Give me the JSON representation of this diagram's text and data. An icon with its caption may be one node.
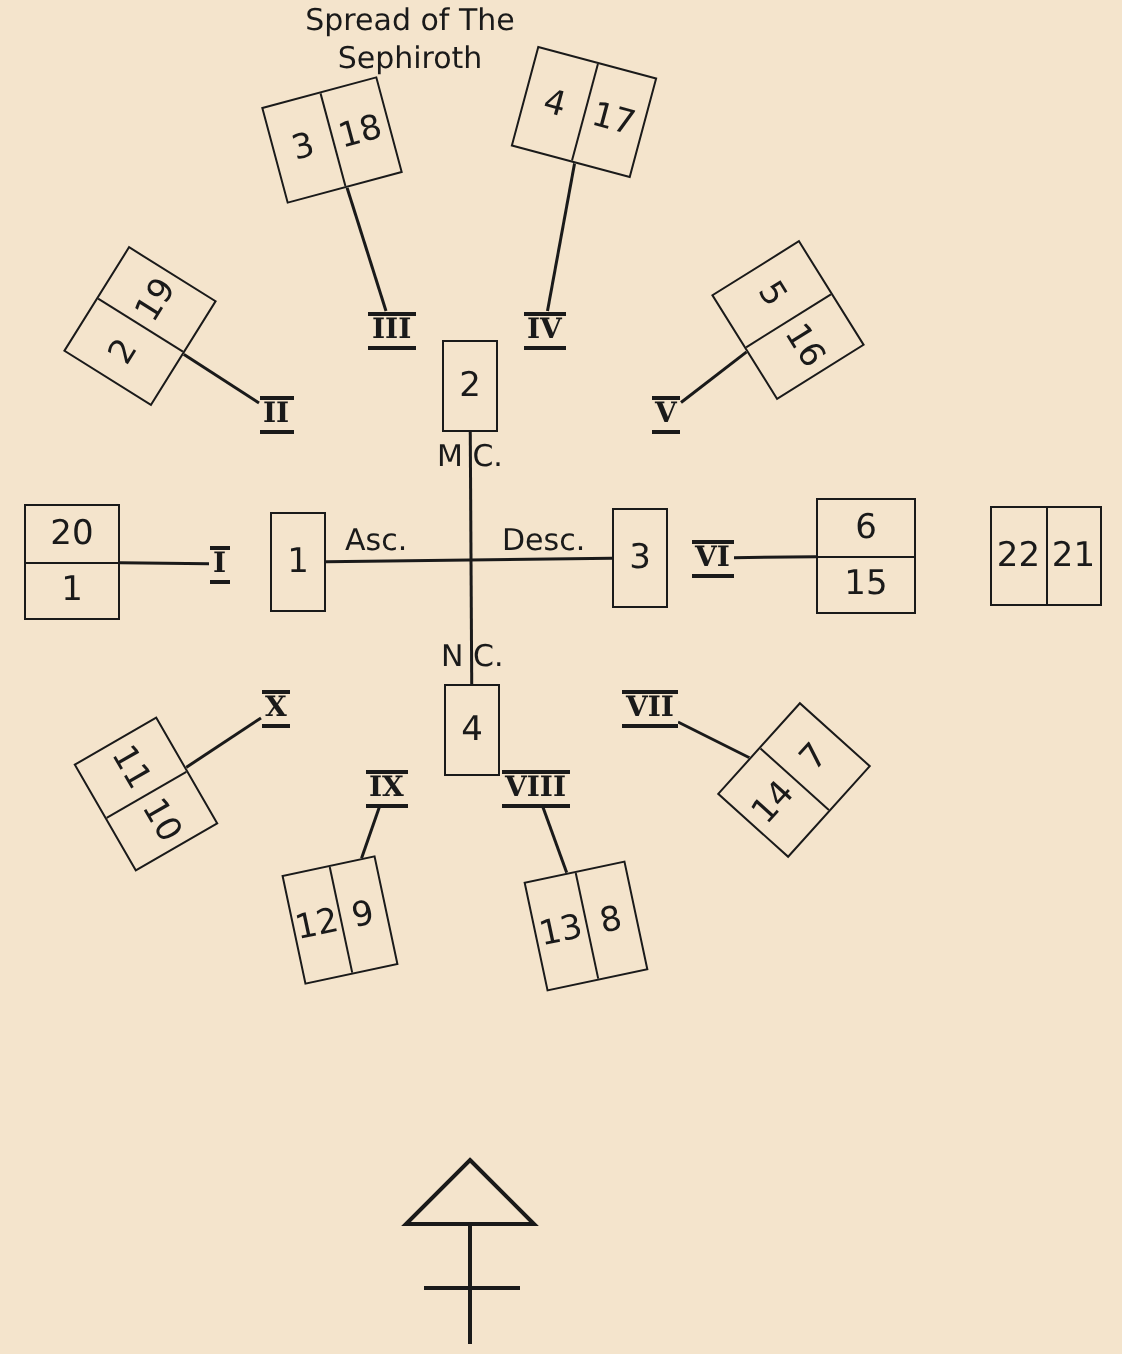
{
  "diagram": {
    "title": "Spread of The Sephiroth",
    "nodes": [
      {
        "text": [
          "3",
          "18"
        ]
      },
      {
        "text": [
          "4",
          "17"
        ]
      },
      {
        "text": [
          "2",
          "19"
        ]
      },
      {
        "text": [
          "5",
          "16"
        ]
      },
      {
        "text": [
          "III"
        ]
      },
      {
        "text": [
          "IV"
        ]
      },
      {
        "text": [
          "II"
        ]
      },
      {
        "text": [
          "V"
        ]
      },
      {
        "text": [
          "2"
        ]
      },
      {
        "text": [
          "20",
          "1"
        ]
      },
      {
        "text": [
          "I"
        ]
      },
      {
        "text": [
          "1"
        ]
      },
      {
        "text": [
          "3"
        ]
      },
      {
        "text": [
          "VI"
        ]
      },
      {
        "text": [
          "6",
          "15"
        ]
      },
      {
        "text": [
          "22",
          "21"
        ]
      },
      {
        "text": [
          "4"
        ]
      },
      {
        "text": [
          "X"
        ]
      },
      {
        "text": [
          "VII"
        ]
      },
      {
        "text": [
          "11",
          "10"
        ]
      },
      {
        "text": [
          "14",
          "7"
        ]
      },
      {
        "text": [
          "IX"
        ]
      },
      {
        "text": [
          "VIII"
        ]
      },
      {
        "text": [
          "12",
          "9"
        ]
      },
      {
        "text": [
          "13",
          "8"
        ]
      }
    ],
    "edges": [
      {
        "from": 4,
        "to": 0,
        "arrow": "none"
      },
      {
        "from": 5,
        "to": 1,
        "arrow": "none"
      },
      {
        "from": 6,
        "to": 2,
        "arrow": "none"
      },
      {
        "from": 7,
        "to": 3,
        "arrow": "none"
      },
      {
        "from": 8,
        "to": 16,
        "arrow": "none"
      },
      {
        "from": 10,
        "to": 9,
        "arrow": "none"
      },
      {
        "from": 11,
        "to": 12,
        "arrow": "none"
      },
      {
        "from": 13,
        "to": 14,
        "arrow": "none"
      },
      {
        "from": 17,
        "to": 19,
        "arrow": "none"
      },
      {
        "from": 18,
        "to": 20,
        "arrow": "none"
      },
      {
        "from": 21,
        "to": 23,
        "arrow": "none"
      },
      {
        "from": 22,
        "to": 24,
        "arrow": "none"
      }
    ],
    "labels": [
      "M C.",
      "Asc.",
      "Desc.",
      "N C."
    ]
  }
}
